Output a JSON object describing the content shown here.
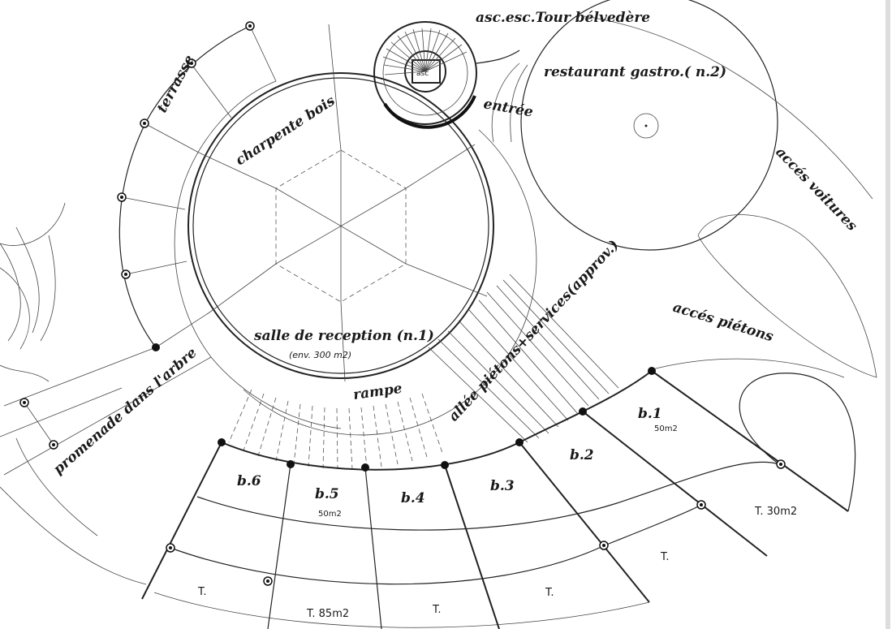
{
  "labels": {
    "tower": "asc.esc.Tour bélvedère",
    "elevator": "asc",
    "restaurant": "restaurant gastro.( n.2)",
    "entrance": "entrée",
    "terrace": "terrasse",
    "timber_frame": "charpente bois",
    "car_access": "accés voitures",
    "pedestrian_access": "accés piétons",
    "reception_hall": "salle de reception (n.1)",
    "reception_area": "(env. 300 m2)",
    "ramp": "rampe",
    "alley": "allée piétons+services(approv.)",
    "tree_walk": "promenade dans l'arbre"
  },
  "units": [
    {
      "label": "b.1",
      "area": "50m2"
    },
    {
      "label": "b.2",
      "area": ""
    },
    {
      "label": "b.3",
      "area": ""
    },
    {
      "label": "b.4",
      "area": ""
    },
    {
      "label": "b.5",
      "area": "50m2"
    },
    {
      "label": "b.6",
      "area": ""
    }
  ],
  "terraces": [
    {
      "label": "T. 30m2"
    },
    {
      "label": "T."
    },
    {
      "label": "T."
    },
    {
      "label": "T."
    },
    {
      "label": "T. 85m2"
    },
    {
      "label": "T."
    }
  ]
}
